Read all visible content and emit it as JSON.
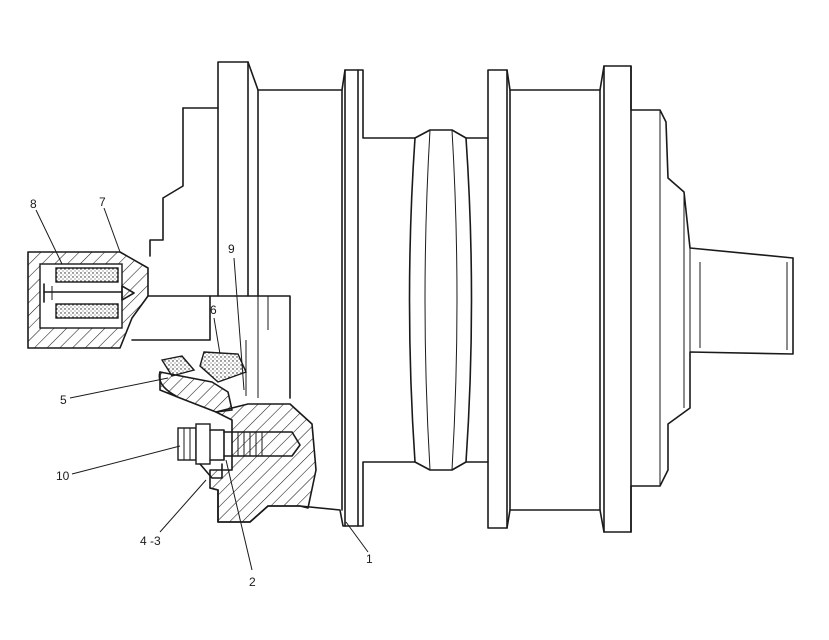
{
  "callouts": [
    {
      "id": "c1",
      "label": "1"
    },
    {
      "id": "c2",
      "label": "2"
    },
    {
      "id": "c43",
      "label": "4 -3"
    },
    {
      "id": "c5",
      "label": "5"
    },
    {
      "id": "c6",
      "label": "6"
    },
    {
      "id": "c7",
      "label": "7"
    },
    {
      "id": "c8",
      "label": "8"
    },
    {
      "id": "c9",
      "label": "9"
    },
    {
      "id": "c10",
      "label": "10"
    }
  ],
  "colors": {
    "ink": "#1a1a1a",
    "paper": "#ffffff"
  }
}
